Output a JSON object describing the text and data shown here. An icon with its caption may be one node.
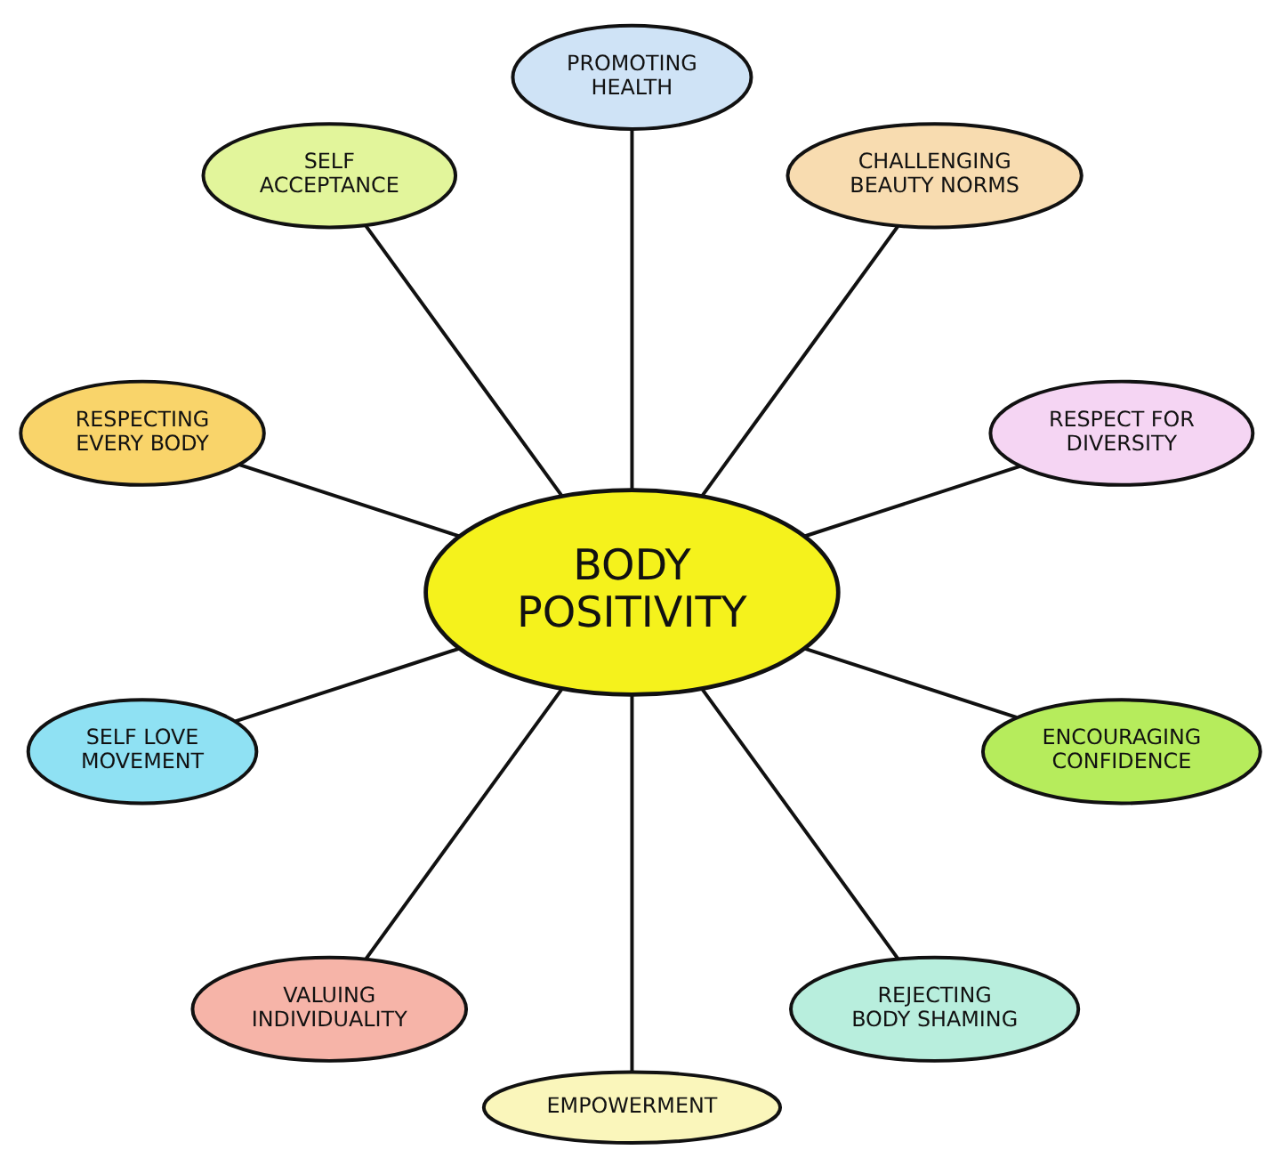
{
  "diagram": {
    "nodes": [
      {
        "text": [
          "SELF ACCEPTANCE"
        ]
      },
      {
        "text": [
          "PROMOTING HEALTH"
        ]
      },
      {
        "text": [
          "CHALLENGING BEAUTY NORMS"
        ]
      },
      {
        "text": [
          "RESPECTING EVERY BODY"
        ]
      },
      {
        "text": [
          "RESPECT FOR DIVERSITY"
        ]
      },
      {
        "text": [
          "BODY POSITIVITY"
        ]
      },
      {
        "text": [
          "SELF LOVE MOVEMENT"
        ]
      },
      {
        "text": [
          "ENCOURAGING CONFIDENCE"
        ]
      },
      {
        "text": [
          "VALUING INDIVIDUALITY"
        ]
      },
      {
        "text": [
          "EMPOWERMENT"
        ]
      },
      {
        "text": [
          "REJECTING BODY SHAMING"
        ]
      }
    ],
    "edges": [
      {
        "from": 5,
        "to": 0,
        "arrow": "none"
      },
      {
        "from": 5,
        "to": 1,
        "arrow": "none"
      },
      {
        "from": 5,
        "to": 2,
        "arrow": "none"
      },
      {
        "from": 5,
        "to": 4,
        "arrow": "none"
      },
      {
        "from": 5,
        "to": 7,
        "arrow": "none"
      },
      {
        "from": 5,
        "to": 10,
        "arrow": "none"
      },
      {
        "from": 5,
        "to": 9,
        "arrow": "none"
      },
      {
        "from": 5,
        "to": 8,
        "arrow": "none"
      },
      {
        "from": 5,
        "to": 6,
        "arrow": "none"
      },
      {
        "from": 5,
        "to": 3,
        "arrow": "none"
      }
    ]
  }
}
